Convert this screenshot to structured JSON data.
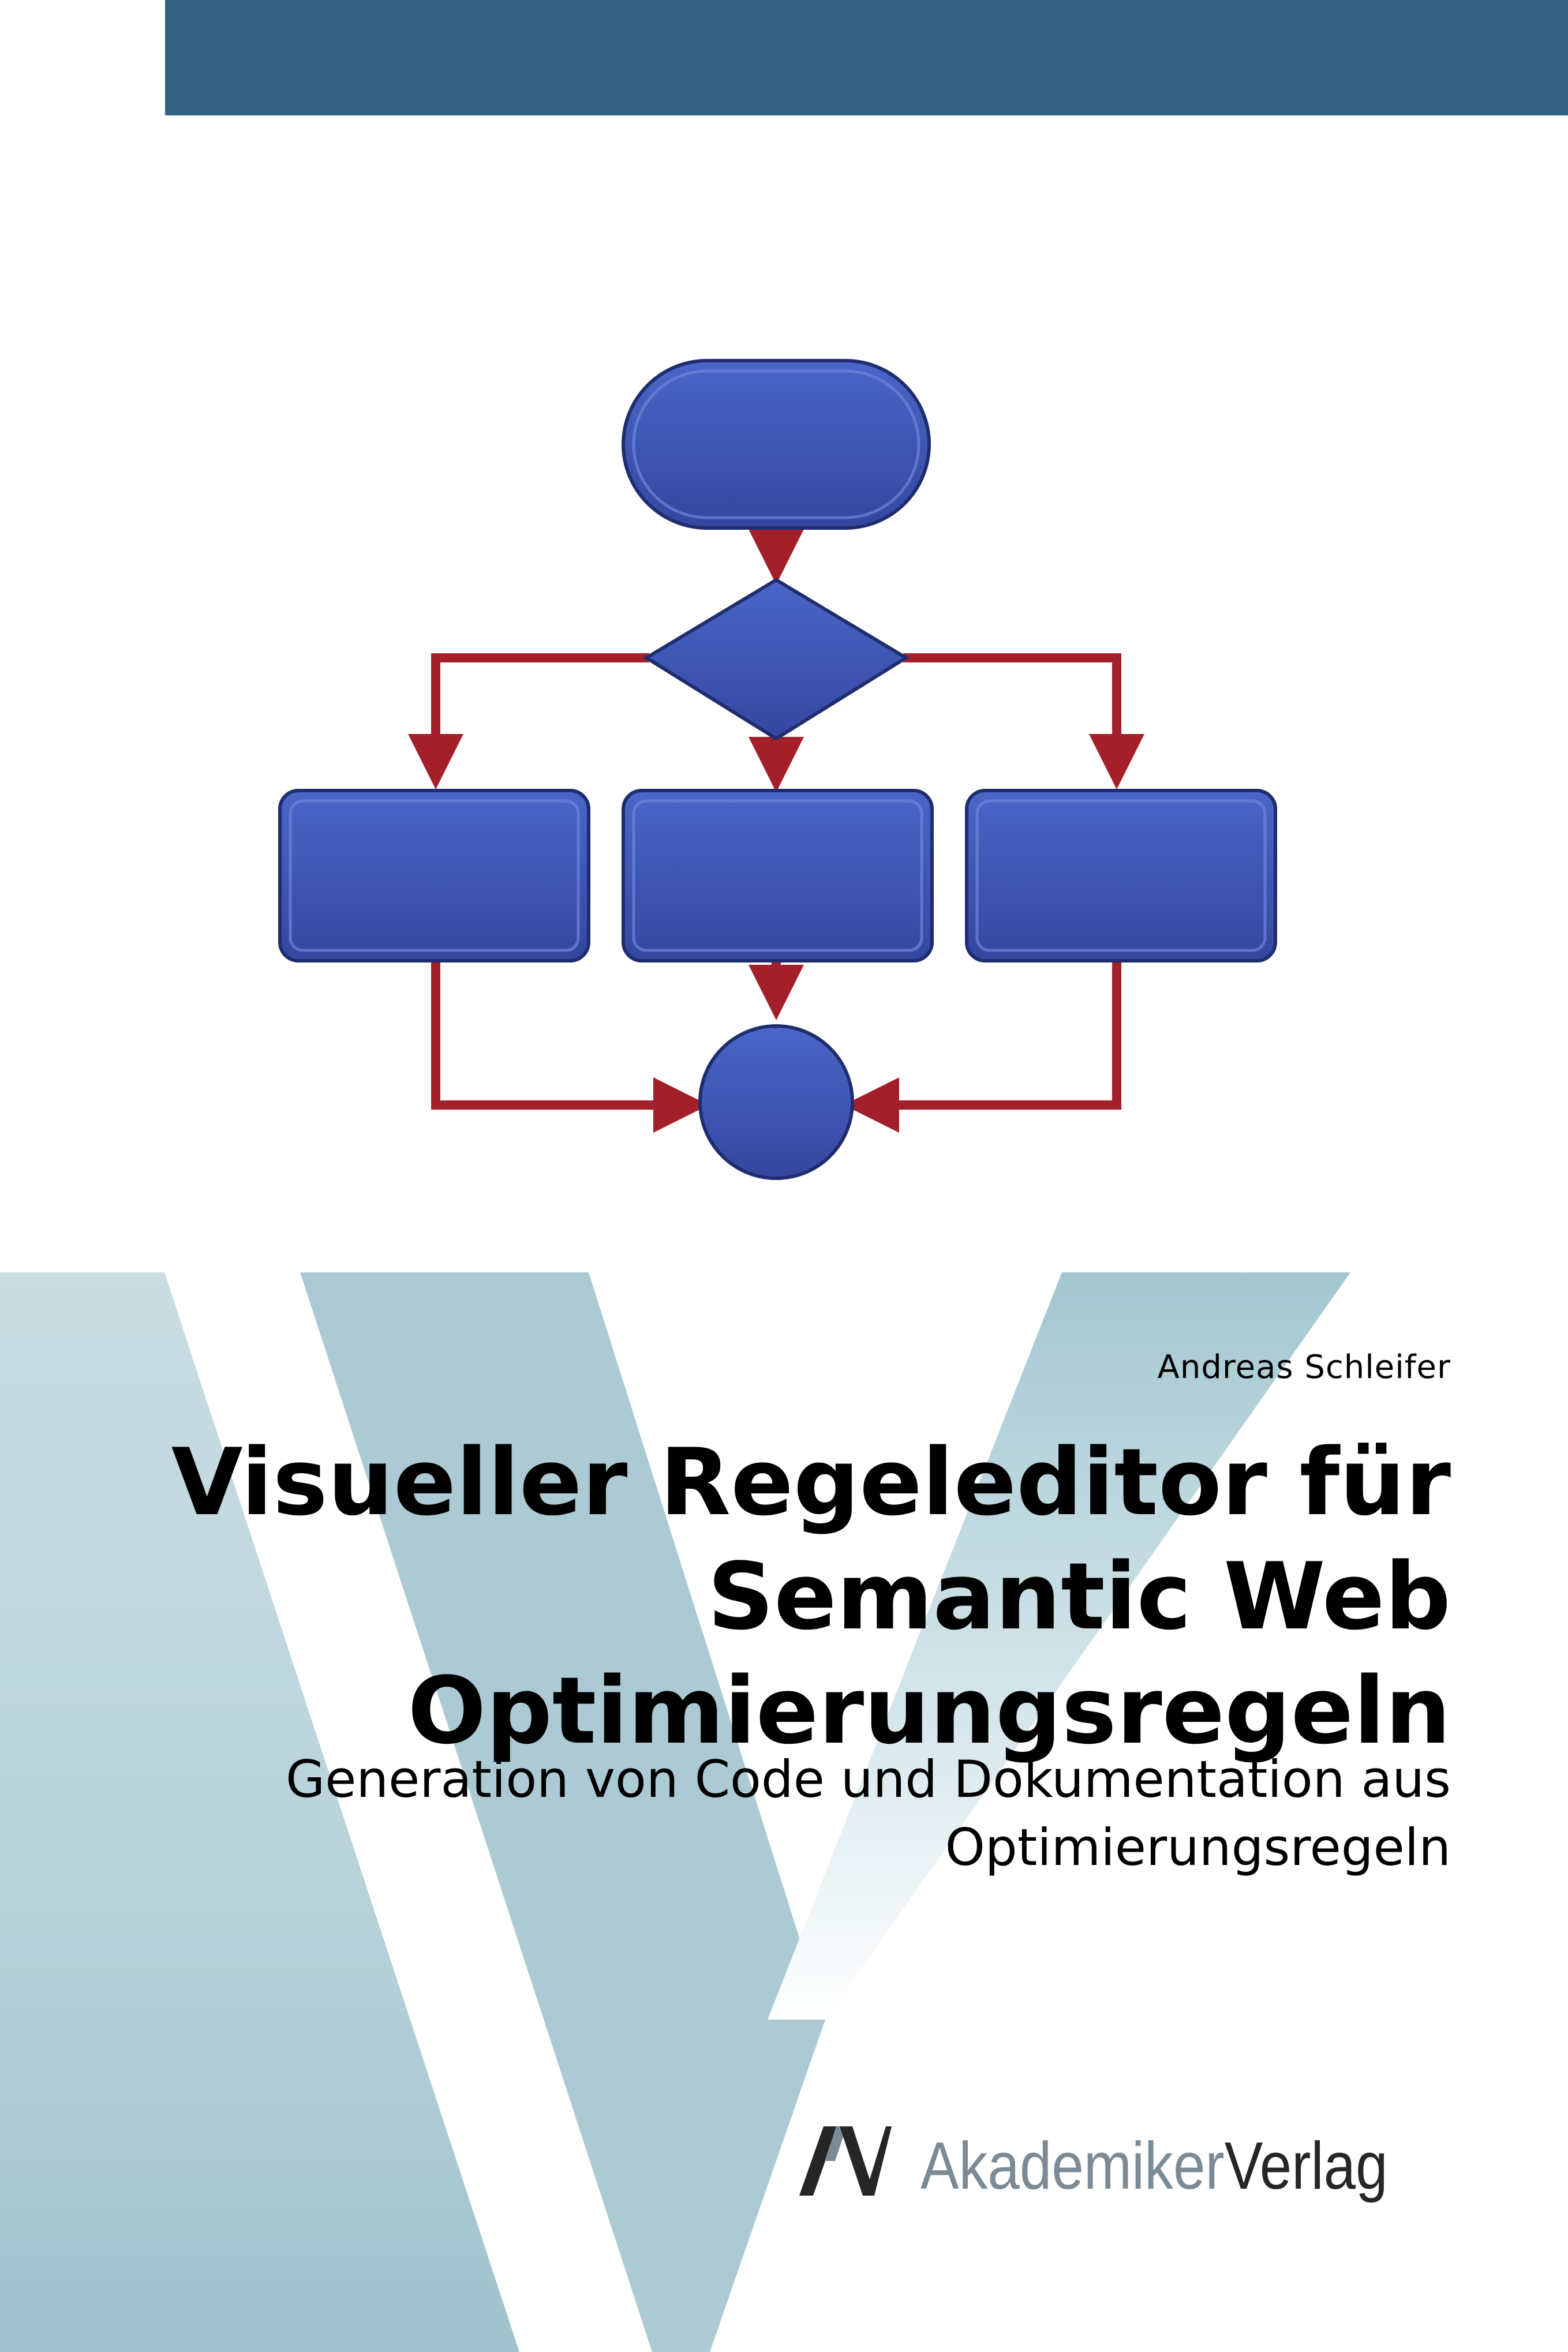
{
  "colors": {
    "top_bar": "#32627f",
    "v_shape": "#a6c7d1",
    "flow_shape_fill": "#3b55b5",
    "flow_shape_stroke": "#1f2d6e",
    "flow_arrow": "#a3202a"
  },
  "cover": {
    "author": "Andreas Schleifer",
    "title_lines": [
      "Visueller Regeleditor für",
      "Semantic Web",
      "Optimierungsregeln"
    ],
    "subtitle_lines": [
      "Generation von Code und Dokumentation aus",
      "Optimierungsregeln"
    ]
  },
  "publisher": {
    "name_part1": "Akademiker",
    "name_part2": "Verlag",
    "logo_icon": "akademikerverlag-av-logo-icon"
  }
}
